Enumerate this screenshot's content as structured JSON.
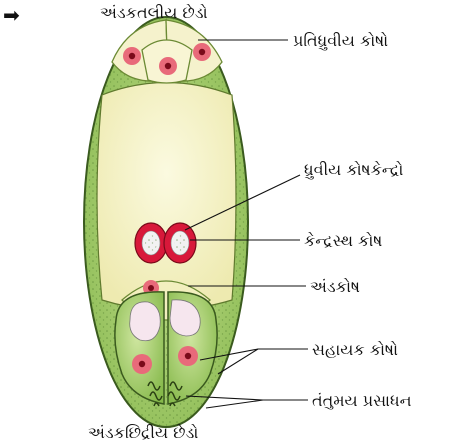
{
  "arrow_glyph": "➡",
  "labels": {
    "chalazal_end": "અંડકતલીય છેડો",
    "antipodal_cells": "પ્રતિધ્રુવીય કોષો",
    "polar_nuclei": "ધ્રુવીય કોષકેન્દ્રો",
    "central_cell": "કેન્દ્રસ્થ કોષ",
    "egg_cell": "અંડકોષ",
    "synergids": "સહાયક કોષો",
    "filiform_apparatus": "તંતુમય પ્રસાધન",
    "micropylar_end": "અંડકછિદ્રીય છેડો"
  },
  "colors": {
    "sac_outline": "#3a5a1e",
    "sac_outer_green": "#9cc76a",
    "sac_inner_fill": "#f3f0bf",
    "cell_pink": "#e86a7a",
    "nucleus_red": "#c8102e"
  }
}
